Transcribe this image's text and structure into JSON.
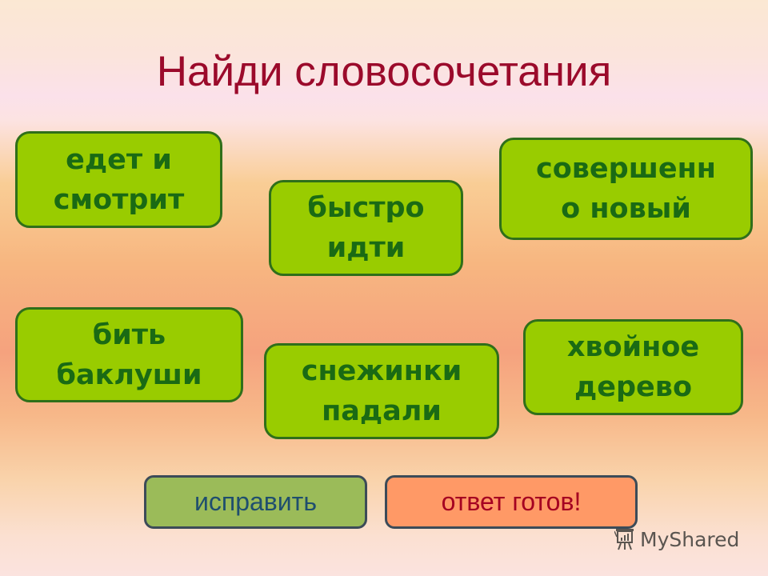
{
  "slide": {
    "title": "Найди словосочетания",
    "title_color": "#9b0a2b"
  },
  "cards": [
    {
      "id": "card-1",
      "lines": [
        "едет и",
        "смотрит"
      ]
    },
    {
      "id": "card-2",
      "lines": [
        "быстро",
        "идти"
      ]
    },
    {
      "id": "card-3",
      "lines": [
        "совершенн",
        "о новый"
      ]
    },
    {
      "id": "card-4",
      "lines": [
        "бить",
        "баклуши"
      ]
    },
    {
      "id": "card-5",
      "lines": [
        "снежинки",
        "падали"
      ]
    },
    {
      "id": "card-6",
      "lines": [
        "хвойное",
        "дерево"
      ]
    }
  ],
  "card_style": {
    "fill": "#99cc00",
    "border": "#2f6f1a",
    "text": "#1a6a14"
  },
  "buttons": {
    "fix": {
      "label": "исправить",
      "fill": "#9bbb59",
      "text": "#1f4e6e"
    },
    "ready": {
      "label": "ответ готов!",
      "fill": "#ff9966",
      "text": "#a50021"
    }
  },
  "watermark": {
    "icon": "presentation-board-icon",
    "text": "MyShared"
  }
}
